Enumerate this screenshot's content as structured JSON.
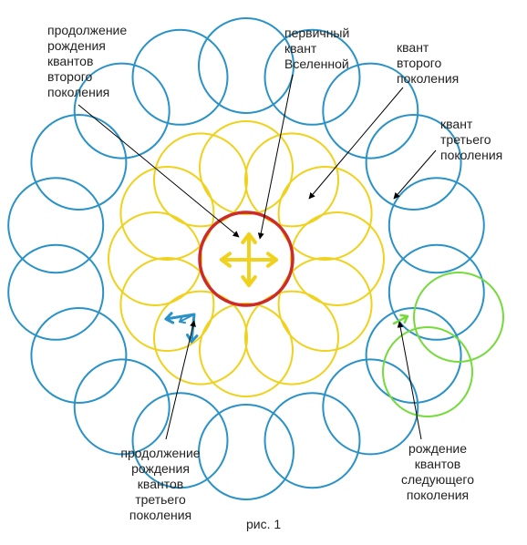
{
  "colors": {
    "primary": "#cc2b2b",
    "second": "#f0d11c",
    "third": "#2a92c7",
    "next": "#74db3a",
    "arrow_gold": "#f0d11c",
    "arrow_blue": "#2a92c7",
    "line": "#000000"
  },
  "labels": {
    "cont_second": "продолжение\nрождения\nквантов\nвторого\nпоколения",
    "primary_quantum": "первичный\nквант\nВселенной",
    "second_quantum": "квант\nвторого\nпоколения",
    "third_quantum": "квант\nтретьего\nпоколения",
    "cont_third": "продолжение\nрождения\nквантов\nтретьего\nпоколения",
    "next_birth": "рождение\nквантов\nследующего\nпоколения",
    "caption": "рис. 1"
  },
  "diagram": {
    "primary_count": 1,
    "second_generation_count": 12,
    "third_generation_count": 18,
    "next_generation_count": 2
  }
}
